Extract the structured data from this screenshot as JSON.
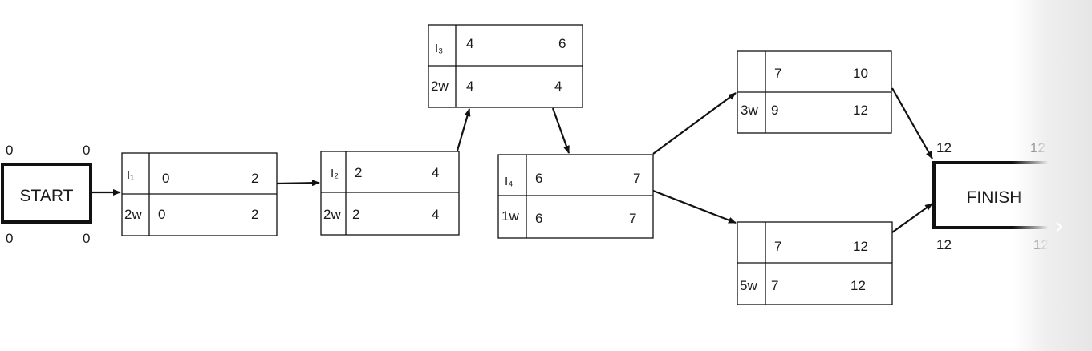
{
  "start": {
    "label": "START",
    "es": "0",
    "ef": "0",
    "ls": "0",
    "lf": "0"
  },
  "finish": {
    "label": "FINISH",
    "es": "12",
    "ef": "12",
    "ls": "12",
    "lf": "12"
  },
  "activities": [
    {
      "id": "I₁",
      "duration": "2w",
      "es": "0",
      "ef": "2",
      "ls": "0",
      "lf": "2"
    },
    {
      "id": "I₂",
      "duration": "2w",
      "es": "2",
      "ef": "4",
      "ls": "2",
      "lf": "4"
    },
    {
      "id": "I₃",
      "duration": "2w",
      "es": "4",
      "ef": "6",
      "ls": "4",
      "lf": "4"
    },
    {
      "id": "I₄",
      "duration": "1w",
      "es": "6",
      "ef": "7",
      "ls": "6",
      "lf": "7"
    },
    {
      "id": "",
      "duration": "3w",
      "es": "7",
      "ef": "10",
      "ls": "9",
      "lf": "12"
    },
    {
      "id": "",
      "duration": "5w",
      "es": "7",
      "ef": "12",
      "ls": "7",
      "lf": "12"
    }
  ],
  "navigation": {
    "next_icon": "chevron-right-icon",
    "next_glyph": "›"
  }
}
